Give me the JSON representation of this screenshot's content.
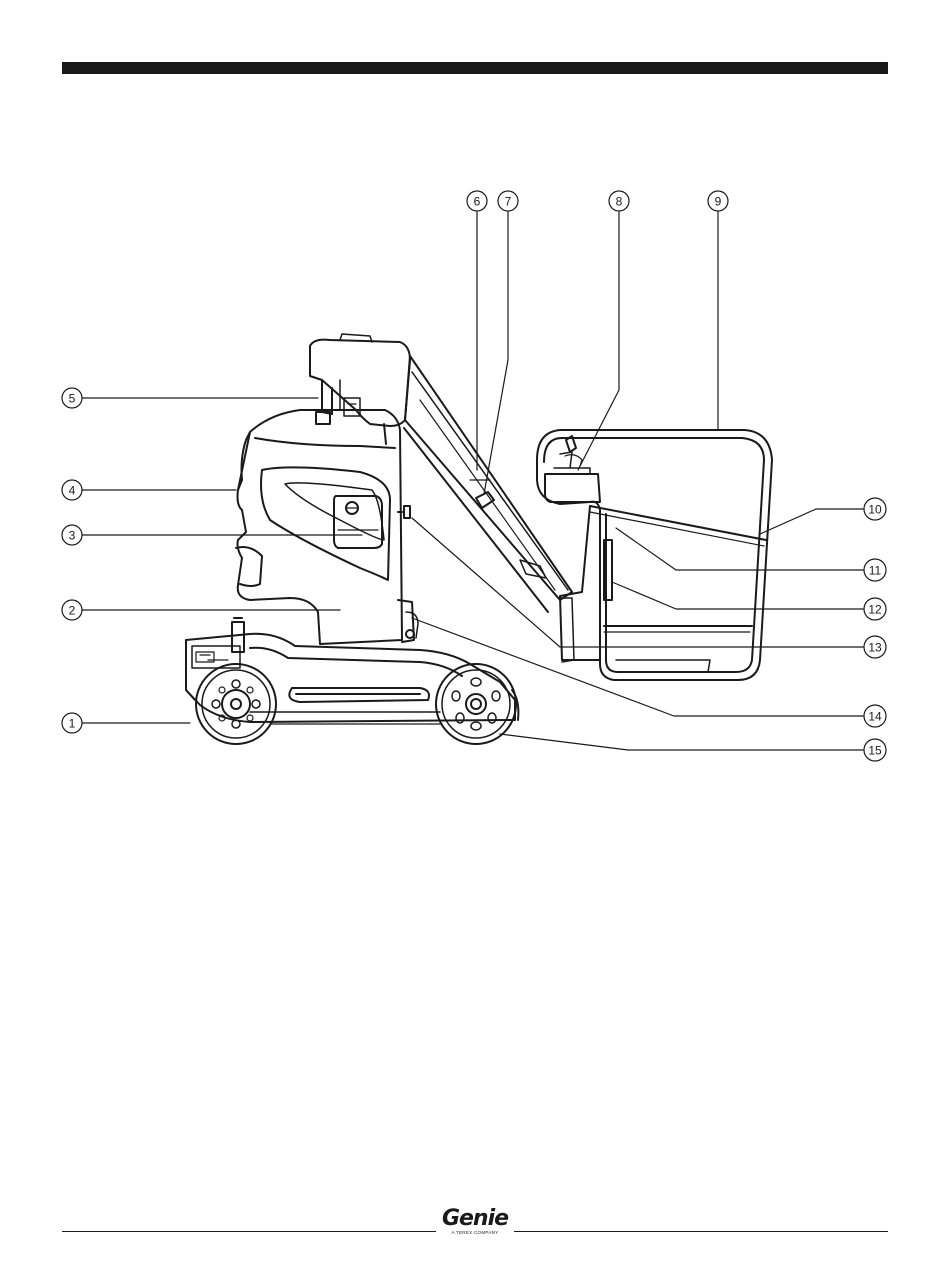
{
  "callouts": [
    {
      "label": "1"
    },
    {
      "label": "2"
    },
    {
      "label": "3"
    },
    {
      "label": "4"
    },
    {
      "label": "5"
    },
    {
      "label": "6"
    },
    {
      "label": "7"
    },
    {
      "label": "8"
    },
    {
      "label": "9"
    },
    {
      "label": "10"
    },
    {
      "label": "11"
    },
    {
      "label": "12"
    },
    {
      "label": "13"
    },
    {
      "label": "14"
    },
    {
      "label": "15"
    }
  ],
  "footer": {
    "logo_text": "Genie",
    "logo_subtext": "A TEREX COMPANY"
  },
  "colors": {
    "ink": "#1a1a1a",
    "background": "#ffffff"
  }
}
